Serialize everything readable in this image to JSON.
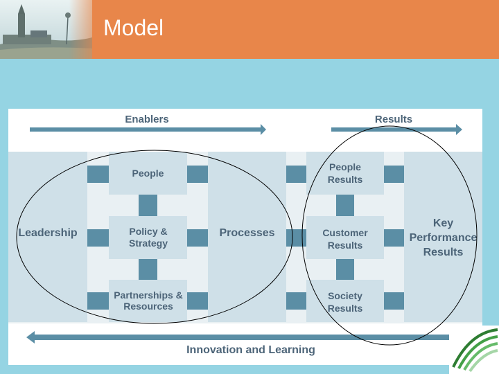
{
  "header": {
    "title": "Model"
  },
  "diagram": {
    "enablers": "Enablers",
    "results": "Results",
    "leadership": "Leadership",
    "people": "People",
    "policy_strategy": "Policy & Strategy",
    "partnerships_resources": "Partnerships & Resources",
    "processes": "Processes",
    "people_results": "People Results",
    "customer_results": "Customer Results",
    "society_results": "Society Results",
    "key_performance_results": "Key Performance Results",
    "innovation_learning": "Innovation and Learning"
  },
  "colors": {
    "header": "#e8864a",
    "background": "#95d4e3",
    "box": "#cfe0e8",
    "connector": "#5b8ea5",
    "text": "#4c6478"
  }
}
